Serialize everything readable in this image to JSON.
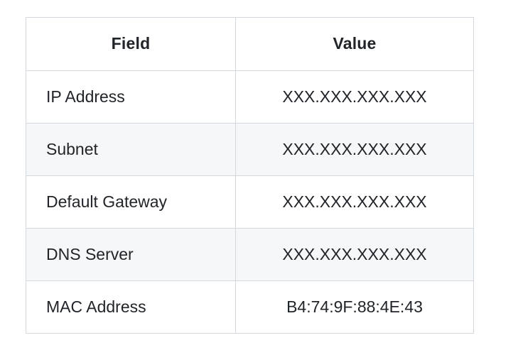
{
  "table": {
    "columns": [
      {
        "key": "field",
        "label": "Field",
        "align": "center"
      },
      {
        "key": "value",
        "label": "Value",
        "align": "center"
      }
    ],
    "rows": [
      {
        "field": "IP Address",
        "value": "XXX.XXX.XXX.XXX"
      },
      {
        "field": "Subnet",
        "value": "XXX.XXX.XXX.XXX"
      },
      {
        "field": "Default Gateway",
        "value": "XXX.XXX.XXX.XXX"
      },
      {
        "field": "DNS Server",
        "value": "XXX.XXX.XXX.XXX"
      },
      {
        "field": "MAC Address",
        "value": "B4:74:9F:88:4E:43"
      }
    ]
  },
  "colors": {
    "border": "#d3d8df",
    "text": "#212529",
    "row_stripe": "#f6f7f9",
    "background": "#ffffff"
  }
}
